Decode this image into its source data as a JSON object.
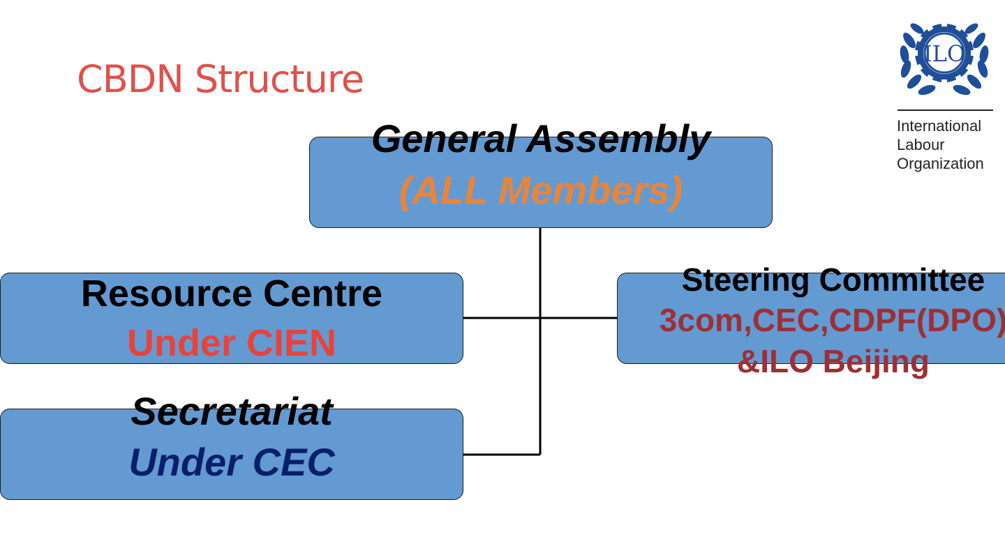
{
  "slide_title": "CBDN Structure",
  "logo": {
    "emblem_letters": "ILO",
    "lines": [
      "International",
      "Labour",
      "Organization"
    ]
  },
  "nodes": {
    "general_assembly": {
      "title": "General Assembly",
      "subtitle": "(ALL Members)",
      "title_color": "#000000",
      "subtitle_color": "#e8853c"
    },
    "resource_centre": {
      "title": "Resource Centre",
      "subtitle": "Under CIEN",
      "title_color": "#000000",
      "subtitle_color": "#e8433b"
    },
    "secretariat": {
      "title": "Secretariat",
      "subtitle": "Under CEC",
      "title_color": "#000000",
      "subtitle_color": "#0a1f6b"
    },
    "steering_committee": {
      "title": "Steering Committee",
      "line2": "3com,CEC,CDPF(DPO)",
      "line3": "&ILO Beijing",
      "title_color": "#000000",
      "detail_color": "#9e2f35"
    }
  },
  "colors": {
    "box_fill": "#649ad2",
    "title": "#e0504a",
    "logo_blue": "#1f4f99"
  }
}
